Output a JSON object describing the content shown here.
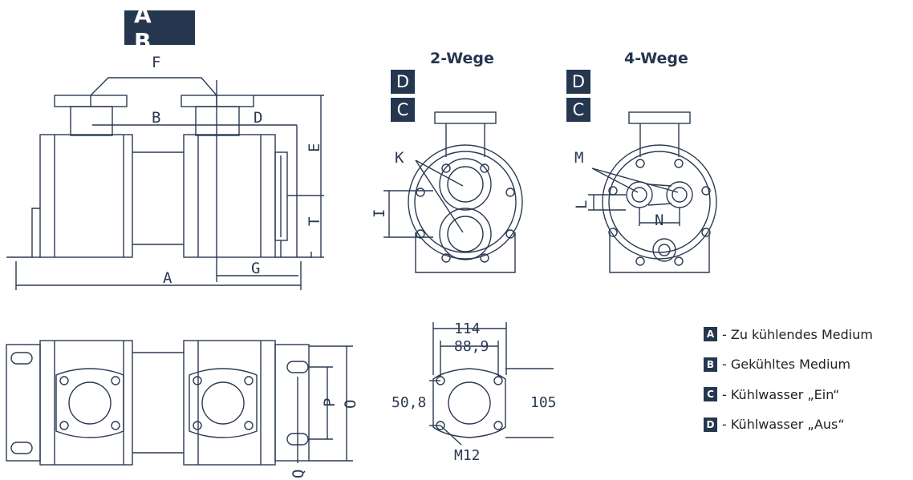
{
  "header_badge": "A B",
  "views": {
    "two_way": {
      "title": "2-Wege",
      "badge_top": "D",
      "badge_bottom": "C"
    },
    "four_way": {
      "title": "4-Wege",
      "badge_top": "D",
      "badge_bottom": "C"
    }
  },
  "dimension_labels": {
    "A": "A",
    "B": "B",
    "D": "D",
    "E": "E",
    "F": "F",
    "G": "G",
    "T": "T",
    "I": "I",
    "K": "K",
    "L": "L",
    "M": "M",
    "N": "N",
    "O": "O",
    "P": "P",
    "Q": "Q"
  },
  "flange_dimensions": {
    "width_outer": "114",
    "width_inner": "88,9",
    "height_inner": "50,8",
    "height_outer": "105",
    "thread": "M12"
  },
  "legend": [
    {
      "key": "A",
      "text": "- Zu kühlendes Medium"
    },
    {
      "key": "B",
      "text": "- Gekühltes Medium"
    },
    {
      "key": "C",
      "text": "- Kühlwasser „Ein“"
    },
    {
      "key": "D",
      "text": "- Kühlwasser „Aus“"
    }
  ],
  "colors": {
    "badge": "#25364f",
    "line": "#2b3a52"
  }
}
